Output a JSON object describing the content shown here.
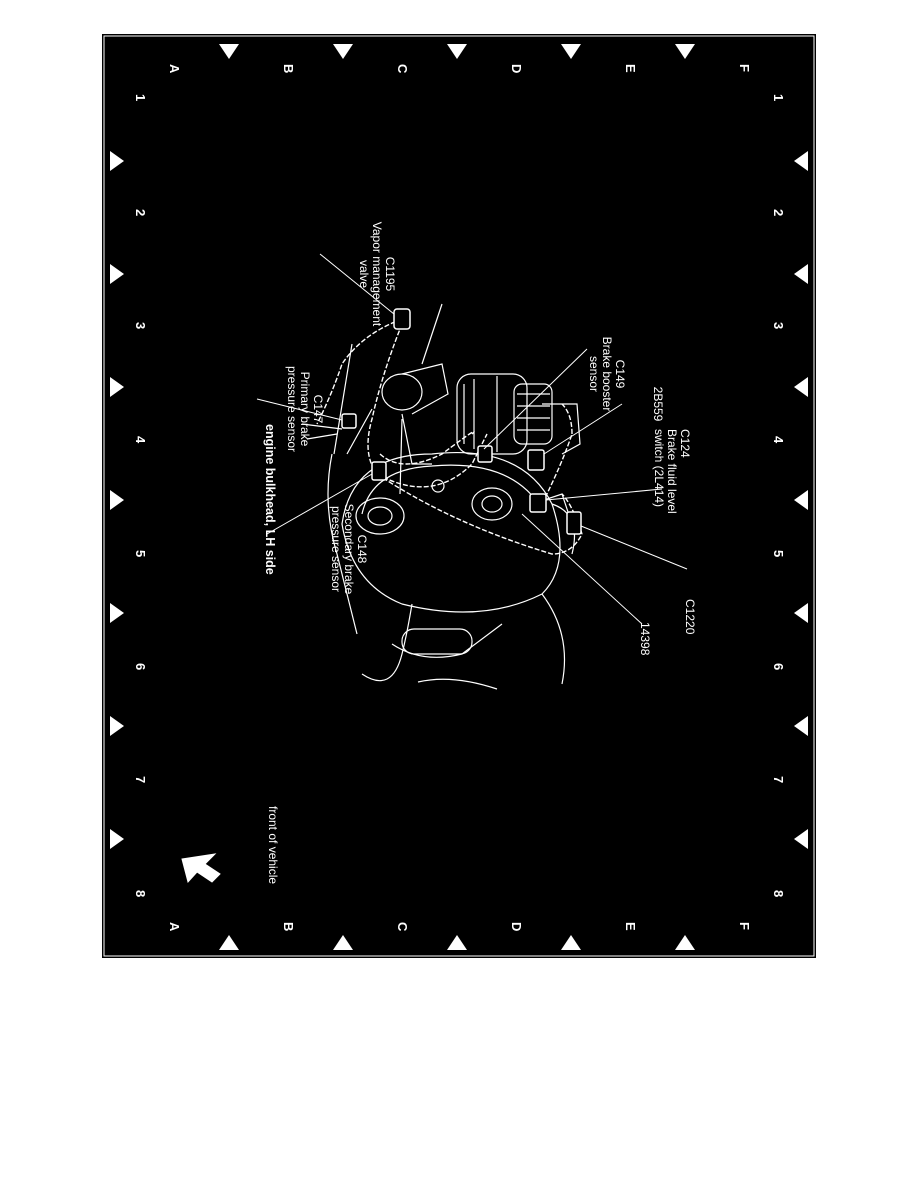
{
  "colors": {
    "background": "#000000",
    "foreground": "#ffffff",
    "page": "#ffffff"
  },
  "grid": {
    "columns": [
      "1",
      "2",
      "3",
      "4",
      "5",
      "6",
      "7",
      "8"
    ],
    "rows": [
      "A",
      "B",
      "C",
      "D",
      "E",
      "F"
    ]
  },
  "labels": {
    "c124": {
      "code": "C124",
      "desc1": "Brake fluid level",
      "desc2": "switch (2L414)"
    },
    "c1220": {
      "code": "C1220"
    },
    "n14398": {
      "code": "14398"
    },
    "n2b559": {
      "code": "2B559"
    },
    "c149": {
      "code": "C149",
      "desc1": "Brake booster",
      "desc2": "sensor"
    },
    "c1195": {
      "code": "C1195",
      "desc1": "Vapor management",
      "desc2": "valve"
    },
    "c147": {
      "code": "C147",
      "desc1": "Primary brake",
      "desc2": "pressure sensor"
    },
    "c148": {
      "code": "C148",
      "desc1": "Secondary brake",
      "desc2": "pressure sensor"
    }
  },
  "caption": "engine bulkhead, LH side",
  "front_label": "front of vehicle",
  "icons": {
    "front_arrow": "arrow-up-left-icon"
  }
}
